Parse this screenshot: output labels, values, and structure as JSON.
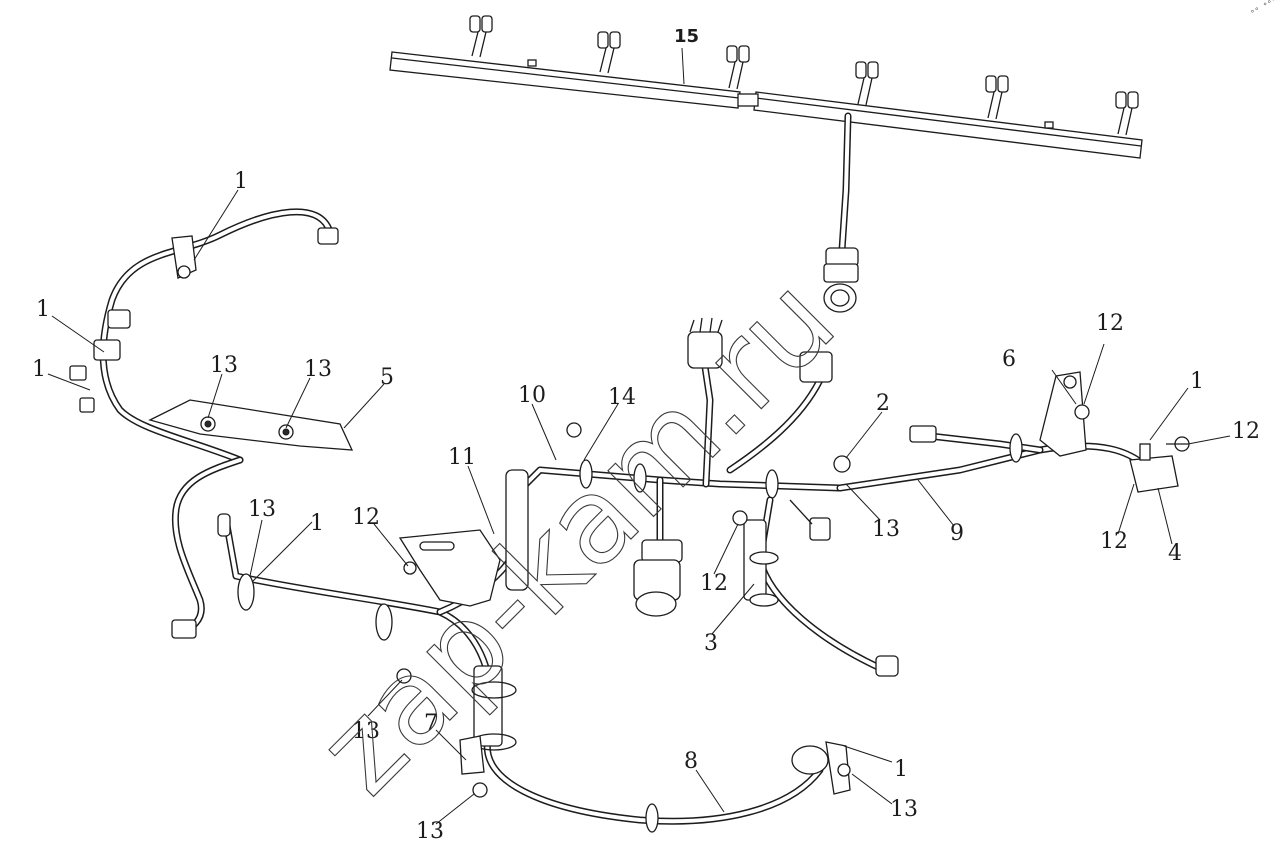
{
  "diagram": {
    "labels": [
      {
        "id": "lbl-15",
        "text": "15"
      },
      {
        "id": "lbl-1-a",
        "text": "1"
      },
      {
        "id": "lbl-1-b",
        "text": "1"
      },
      {
        "id": "lbl-1-c",
        "text": "1"
      },
      {
        "id": "lbl-13-a",
        "text": "13"
      },
      {
        "id": "lbl-13-b",
        "text": "13"
      },
      {
        "id": "lbl-5",
        "text": "5"
      },
      {
        "id": "lbl-10",
        "text": "10"
      },
      {
        "id": "lbl-14",
        "text": "14"
      },
      {
        "id": "lbl-11",
        "text": "11"
      },
      {
        "id": "lbl-2",
        "text": "2"
      },
      {
        "id": "lbl-6",
        "text": "6"
      },
      {
        "id": "lbl-12-top",
        "text": "12"
      },
      {
        "id": "lbl-1-d",
        "text": "1"
      },
      {
        "id": "lbl-12-right",
        "text": "12"
      },
      {
        "id": "lbl-13-c",
        "text": "13"
      },
      {
        "id": "lbl-9",
        "text": "9"
      },
      {
        "id": "lbl-12-lower",
        "text": "12"
      },
      {
        "id": "lbl-4",
        "text": "4"
      },
      {
        "id": "lbl-13-d",
        "text": "13"
      },
      {
        "id": "lbl-1-e",
        "text": "1"
      },
      {
        "id": "lbl-12-mid",
        "text": "12"
      },
      {
        "id": "lbl-12-center",
        "text": "12"
      },
      {
        "id": "lbl-3",
        "text": "3"
      },
      {
        "id": "lbl-13-e",
        "text": "13"
      },
      {
        "id": "lbl-7",
        "text": "7"
      },
      {
        "id": "lbl-8",
        "text": "8"
      },
      {
        "id": "lbl-1-f",
        "text": "1"
      },
      {
        "id": "lbl-13-f",
        "text": "13"
      },
      {
        "id": "lbl-13-g",
        "text": "13"
      }
    ],
    "watermark": "zap-kam.ru",
    "corner_mark": "°° °°°"
  }
}
